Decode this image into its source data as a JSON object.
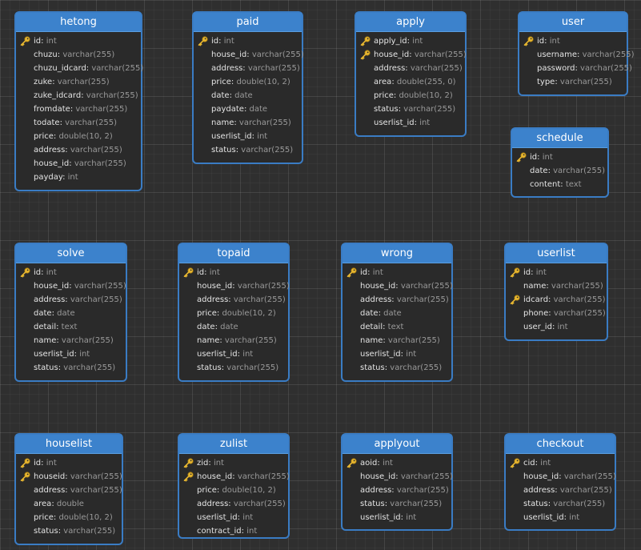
{
  "tables": [
    {
      "id": "hetong",
      "name": "hetong",
      "fields": [
        {
          "name": "id",
          "type": "int",
          "key": true
        },
        {
          "name": "chuzu",
          "type": "varchar(255)",
          "key": false
        },
        {
          "name": "chuzu_idcard",
          "type": "varchar(255)",
          "key": false
        },
        {
          "name": "zuke",
          "type": "varchar(255)",
          "key": false
        },
        {
          "name": "zuke_idcard",
          "type": "varchar(255)",
          "key": false
        },
        {
          "name": "fromdate",
          "type": "varchar(255)",
          "key": false
        },
        {
          "name": "todate",
          "type": "varchar(255)",
          "key": false
        },
        {
          "name": "price",
          "type": "double(10, 2)",
          "key": false
        },
        {
          "name": "address",
          "type": "varchar(255)",
          "key": false
        },
        {
          "name": "house_id",
          "type": "varchar(255)",
          "key": false
        },
        {
          "name": "payday",
          "type": "int",
          "key": false
        }
      ]
    },
    {
      "id": "paid",
      "name": "paid",
      "fields": [
        {
          "name": "id",
          "type": "int",
          "key": true
        },
        {
          "name": "house_id",
          "type": "varchar(255)",
          "key": false
        },
        {
          "name": "address",
          "type": "varchar(255)",
          "key": false
        },
        {
          "name": "price",
          "type": "double(10, 2)",
          "key": false
        },
        {
          "name": "date",
          "type": "date",
          "key": false
        },
        {
          "name": "paydate",
          "type": "date",
          "key": false
        },
        {
          "name": "name",
          "type": "varchar(255)",
          "key": false
        },
        {
          "name": "userlist_id",
          "type": "int",
          "key": false
        },
        {
          "name": "status",
          "type": "varchar(255)",
          "key": false
        }
      ]
    },
    {
      "id": "apply",
      "name": "apply",
      "fields": [
        {
          "name": "apply_id",
          "type": "int",
          "key": true
        },
        {
          "name": "house_id",
          "type": "varchar(255)",
          "key": true
        },
        {
          "name": "address",
          "type": "varchar(255)",
          "key": false
        },
        {
          "name": "area",
          "type": "double(255, 0)",
          "key": false
        },
        {
          "name": "price",
          "type": "double(10, 2)",
          "key": false
        },
        {
          "name": "status",
          "type": "varchar(255)",
          "key": false
        },
        {
          "name": "userlist_id",
          "type": "int",
          "key": false
        }
      ]
    },
    {
      "id": "user",
      "name": "user",
      "fields": [
        {
          "name": "id",
          "type": "int",
          "key": true
        },
        {
          "name": "username",
          "type": "varchar(255)",
          "key": false
        },
        {
          "name": "password",
          "type": "varchar(255)",
          "key": false
        },
        {
          "name": "type",
          "type": "varchar(255)",
          "key": false
        }
      ]
    },
    {
      "id": "schedule",
      "name": "schedule",
      "fields": [
        {
          "name": "id",
          "type": "int",
          "key": true
        },
        {
          "name": "date",
          "type": "varchar(255)",
          "key": false
        },
        {
          "name": "content",
          "type": "text",
          "key": false
        }
      ]
    },
    {
      "id": "solve",
      "name": "solve",
      "fields": [
        {
          "name": "id",
          "type": "int",
          "key": true
        },
        {
          "name": "house_id",
          "type": "varchar(255)",
          "key": false
        },
        {
          "name": "address",
          "type": "varchar(255)",
          "key": false
        },
        {
          "name": "date",
          "type": "date",
          "key": false
        },
        {
          "name": "detail",
          "type": "text",
          "key": false
        },
        {
          "name": "name",
          "type": "varchar(255)",
          "key": false
        },
        {
          "name": "userlist_id",
          "type": "int",
          "key": false
        },
        {
          "name": "status",
          "type": "varchar(255)",
          "key": false
        }
      ]
    },
    {
      "id": "topaid",
      "name": "topaid",
      "fields": [
        {
          "name": "id",
          "type": "int",
          "key": true
        },
        {
          "name": "house_id",
          "type": "varchar(255)",
          "key": false
        },
        {
          "name": "address",
          "type": "varchar(255)",
          "key": false
        },
        {
          "name": "price",
          "type": "double(10, 2)",
          "key": false
        },
        {
          "name": "date",
          "type": "date",
          "key": false
        },
        {
          "name": "name",
          "type": "varchar(255)",
          "key": false
        },
        {
          "name": "userlist_id",
          "type": "int",
          "key": false
        },
        {
          "name": "status",
          "type": "varchar(255)",
          "key": false
        }
      ]
    },
    {
      "id": "wrong",
      "name": "wrong",
      "fields": [
        {
          "name": "id",
          "type": "int",
          "key": true
        },
        {
          "name": "house_id",
          "type": "varchar(255)",
          "key": false
        },
        {
          "name": "address",
          "type": "varchar(255)",
          "key": false
        },
        {
          "name": "date",
          "type": "date",
          "key": false
        },
        {
          "name": "detail",
          "type": "text",
          "key": false
        },
        {
          "name": "name",
          "type": "varchar(255)",
          "key": false
        },
        {
          "name": "userlist_id",
          "type": "int",
          "key": false
        },
        {
          "name": "status",
          "type": "varchar(255)",
          "key": false
        }
      ]
    },
    {
      "id": "userlist",
      "name": "userlist",
      "fields": [
        {
          "name": "id",
          "type": "int",
          "key": true
        },
        {
          "name": "name",
          "type": "varchar(255)",
          "key": false
        },
        {
          "name": "idcard",
          "type": "varchar(255)",
          "key": true
        },
        {
          "name": "phone",
          "type": "varchar(255)",
          "key": false
        },
        {
          "name": "user_id",
          "type": "int",
          "key": false
        }
      ]
    },
    {
      "id": "houselist",
      "name": "houselist",
      "fields": [
        {
          "name": "id",
          "type": "int",
          "key": true
        },
        {
          "name": "houseid",
          "type": "varchar(255)",
          "key": true
        },
        {
          "name": "address",
          "type": "varchar(255)",
          "key": false
        },
        {
          "name": "area",
          "type": "double",
          "key": false
        },
        {
          "name": "price",
          "type": "double(10, 2)",
          "key": false
        },
        {
          "name": "status",
          "type": "varchar(255)",
          "key": false
        }
      ]
    },
    {
      "id": "zulist",
      "name": "zulist",
      "fields": [
        {
          "name": "zid",
          "type": "int",
          "key": true
        },
        {
          "name": "house_id",
          "type": "varchar(255)",
          "key": true
        },
        {
          "name": "price",
          "type": "double(10, 2)",
          "key": false
        },
        {
          "name": "address",
          "type": "varchar(255)",
          "key": false
        },
        {
          "name": "userlist_id",
          "type": "int",
          "key": false
        },
        {
          "name": "contract_id",
          "type": "int",
          "key": false
        }
      ]
    },
    {
      "id": "applyout",
      "name": "applyout",
      "fields": [
        {
          "name": "aoid",
          "type": "int",
          "key": true
        },
        {
          "name": "house_id",
          "type": "varchar(255)",
          "key": false
        },
        {
          "name": "address",
          "type": "varchar(255)",
          "key": false
        },
        {
          "name": "status",
          "type": "varchar(255)",
          "key": false
        },
        {
          "name": "userlist_id",
          "type": "int",
          "key": false
        }
      ]
    },
    {
      "id": "checkout",
      "name": "checkout",
      "fields": [
        {
          "name": "cid",
          "type": "int",
          "key": true
        },
        {
          "name": "house_id",
          "type": "varchar(255)",
          "key": false
        },
        {
          "name": "address",
          "type": "varchar(255)",
          "key": false
        },
        {
          "name": "status",
          "type": "varchar(255)",
          "key": false
        },
        {
          "name": "userlist_id",
          "type": "int",
          "key": false
        }
      ]
    }
  ],
  "colors": {
    "header": "#3c82cc",
    "border": "#3a7cc4",
    "body": "#2a2a2a",
    "key_icon": "#e8b730",
    "field_name": "#e4e4e4",
    "field_type": "#9a9a9a"
  },
  "icons": {
    "primary_key": "key-icon"
  }
}
